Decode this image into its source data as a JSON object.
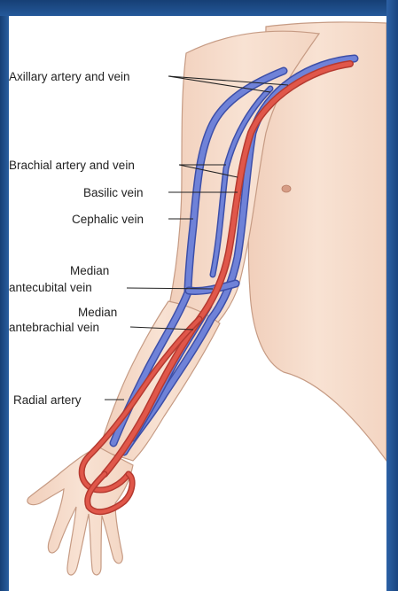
{
  "colors": {
    "skin": "#f6dccb",
    "skin_shadow": "#e9c2a8",
    "skin_outline": "#b98f7a",
    "artery": "#e0574a",
    "artery_outline": "#b63a30",
    "vein": "#5b6fc9",
    "vein_outline": "#3d4fa8",
    "frame": "#1f4f8c",
    "label_text": "#222222"
  },
  "labels": {
    "axillary": "Axillary artery and vein",
    "brachial": "Brachial artery and vein",
    "basilic": "Basilic vein",
    "cephalic": "Cephalic vein",
    "median_antecubital_line1": "Median",
    "median_antecubital_line2": "antecubital vein",
    "median_antebrachial_line1": "Median",
    "median_antebrachial_line2": "antebrachial vein",
    "radial": "Radial artery"
  },
  "icons": {
    "illustration": "arm-vessels-illustration"
  }
}
